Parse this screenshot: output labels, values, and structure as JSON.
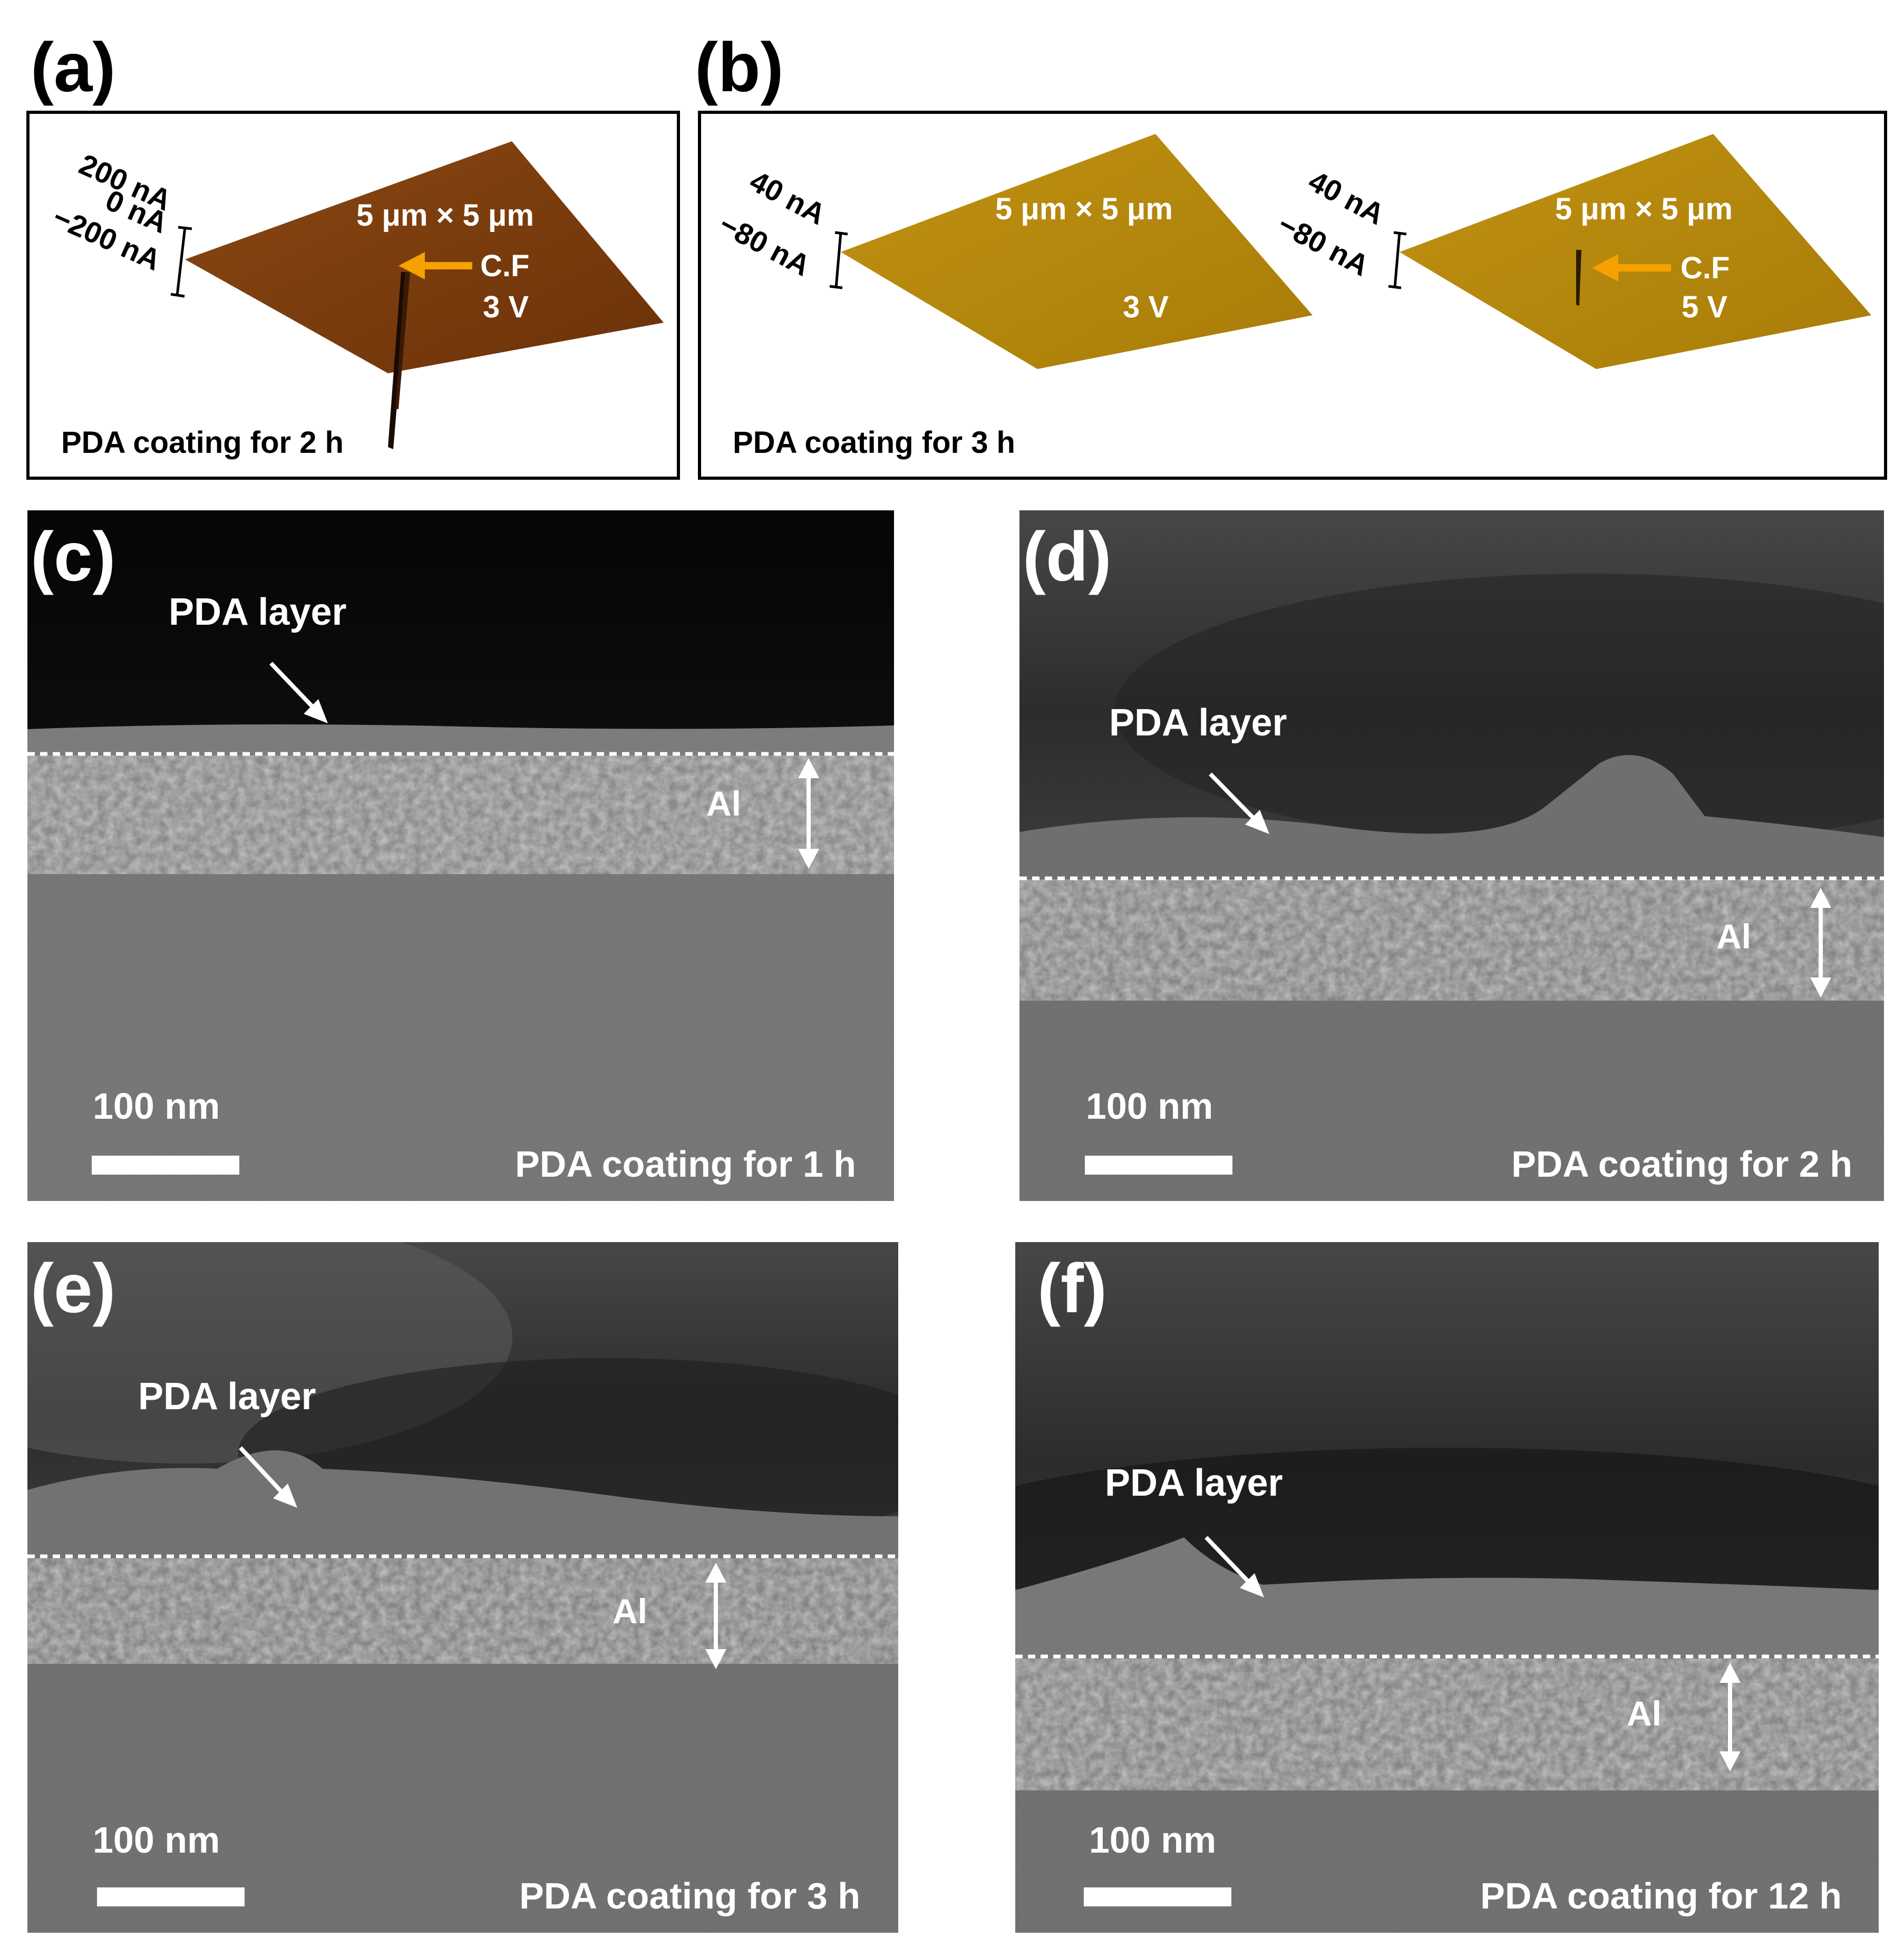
{
  "panels": {
    "a": {
      "letter": "(a)",
      "scale_top": "200 nA",
      "scale_mid": "0 nA",
      "scale_bot": "−200 nA",
      "area": "5 μm × 5 μm",
      "cf": "C.F",
      "voltage": "3 V",
      "caption": "PDA coating for 2 h",
      "surface_color": "#7a3d0c"
    },
    "b": {
      "letter": "(b)",
      "caption": "PDA coating for 3 h",
      "left": {
        "scale_top": "40 nA",
        "scale_bot": "−80 nA",
        "area": "5 μm × 5 μm",
        "voltage": "3 V"
      },
      "right": {
        "scale_top": "40 nA",
        "scale_bot": "−80 nA",
        "area": "5 μm × 5 μm",
        "cf": "C.F",
        "voltage": "5 V"
      },
      "surface_color": "#b8860b"
    },
    "c": {
      "letter": "(c)",
      "layer_label": "PDA layer",
      "al_label": "Al",
      "scale": "100 nm",
      "caption": "PDA coating for 1 h"
    },
    "d": {
      "letter": "(d)",
      "layer_label": "PDA layer",
      "al_label": "Al",
      "scale": "100 nm",
      "caption": "PDA coating for 2 h"
    },
    "e": {
      "letter": "(e)",
      "layer_label": "PDA layer",
      "al_label": "Al",
      "scale": "100 nm",
      "caption": "PDA coating for 3 h"
    },
    "f": {
      "letter": "(f)",
      "layer_label": "PDA layer",
      "al_label": "Al",
      "scale": "100 nm",
      "caption": "PDA coating for 12 h"
    }
  },
  "colors": {
    "arrow": "#f5a100",
    "sem_top_dark": "#0a0a0a",
    "sem_gray": "#6b6b6b"
  }
}
